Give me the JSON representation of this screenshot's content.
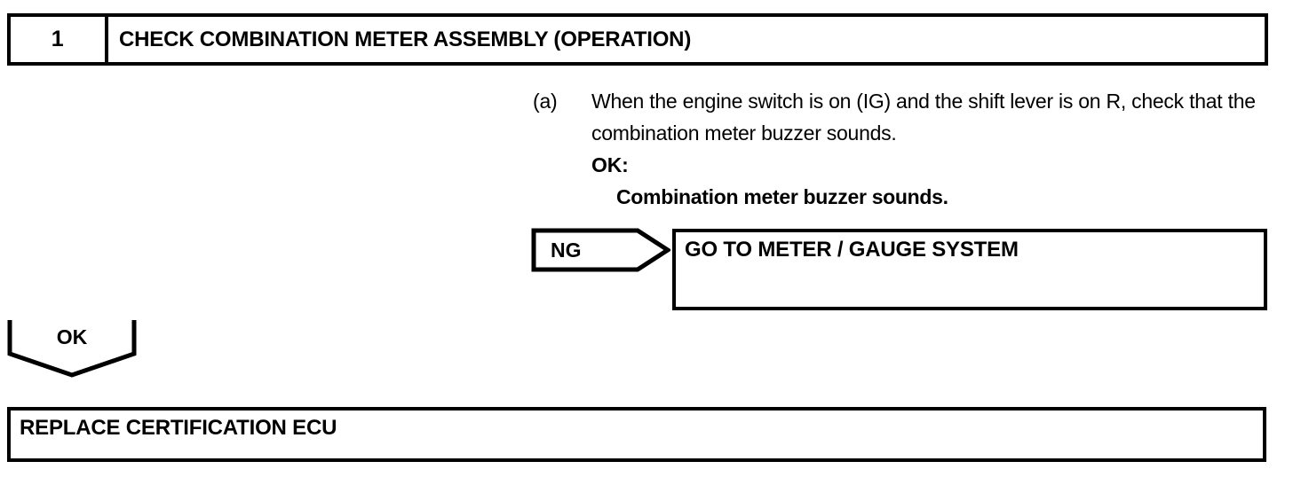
{
  "step": {
    "number": "1",
    "title": "CHECK COMBINATION METER ASSEMBLY (OPERATION)"
  },
  "procedure": {
    "marker": "(a)",
    "instruction": "When the engine switch is on (IG) and the shift lever is on R, check that the combination meter buzzer sounds.",
    "ok_label": "OK:",
    "ok_value": "Combination meter buzzer sounds."
  },
  "branches": {
    "ng": {
      "label": "NG",
      "result": "GO TO METER / GAUGE SYSTEM"
    },
    "ok": {
      "label": "OK",
      "result": "REPLACE CERTIFICATION ECU"
    }
  },
  "colors": {
    "ink": "#000000",
    "paper": "#ffffff"
  }
}
